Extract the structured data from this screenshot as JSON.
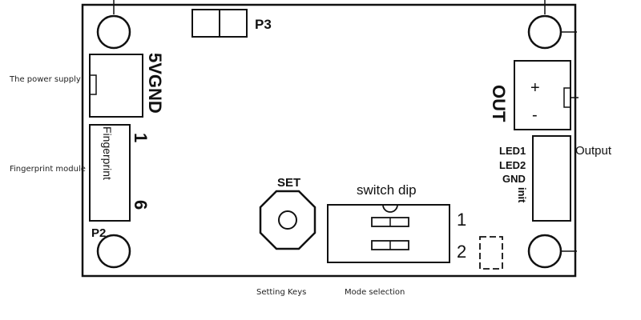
{
  "labels": {
    "power_supply": "The power supply",
    "fingerprint_module": "Fingerprint module",
    "setting_keys": "Setting Keys",
    "mode_selection": "Mode selection",
    "output": "Output"
  },
  "silkscreen": {
    "p3": "P3",
    "p2": "P2",
    "power_pins": "5VGND",
    "fingerprint": "Fingerprint",
    "pin_first": "1",
    "pin_last": "6",
    "set": "SET",
    "switch_dip": "switch dip",
    "dip_1": "1",
    "dip_2": "2",
    "out": "OUT",
    "plus": "+",
    "minus": "-",
    "led1": "LED1",
    "led2": "LED2",
    "gnd": "GND",
    "init": "init"
  },
  "colors": {
    "line": "#111111",
    "background": "#ffffff"
  }
}
